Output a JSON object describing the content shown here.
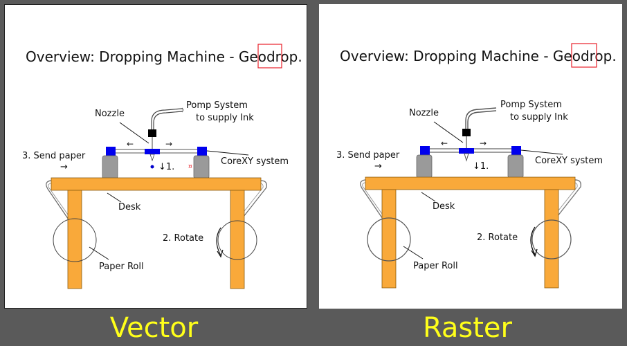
{
  "title": "Overview: Dropping Machine - Geodrop.",
  "labels": {
    "pomp_system_line1": "Pomp System",
    "pomp_system_line2": "to supply Ink",
    "nozzle": "Nozzle",
    "send_paper": "3. Send paper",
    "corexy": "CoreXY system",
    "drop_step": "↓1.",
    "desk": "Desk",
    "rotate": "2. Rotate",
    "paper_roll": "Paper Roll"
  },
  "captions": {
    "vector": "Vector",
    "raster": "Raster"
  },
  "colors": {
    "background": "#5a5a5a",
    "caption": "#ffff1a",
    "desk": "#f9a93a",
    "desk_stroke": "#8a5a10",
    "block": "#0000ee",
    "motor": "#9a9a9a",
    "highlight": "#e8202a",
    "ink_drop": "#0000cc"
  }
}
